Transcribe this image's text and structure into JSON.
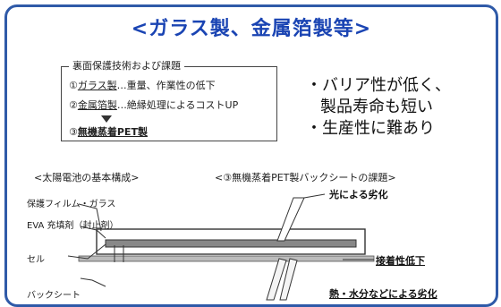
{
  "title": "<ガラス製、金属箔製等>",
  "top_box": {
    "title": "裏面保護技術および課題",
    "items": [
      {
        "num": "①",
        "name": "ガラス製",
        "desc": "…重量、作業性の低下"
      },
      {
        "num": "②",
        "name": "金属箔製",
        "desc": "…絶縁処理によるコストUP"
      },
      {
        "num": "③",
        "name": "無機蒸着PET製",
        "desc": ""
      }
    ]
  },
  "bullets": [
    "・バリア性が低く、",
    "製品寿命も短い",
    "・生産性に難あり"
  ],
  "left_section": {
    "heading": "<太陽電池の基本構成>",
    "labels": [
      "保護フィルム・ガラス",
      "EVA 充填剤（封止剤）",
      "セル",
      "バックシート"
    ]
  },
  "right_section": {
    "heading": "<③無機蒸着PET製バックシートの課題>",
    "labels": [
      "光による劣化",
      "接着性低下",
      "熱・水分などによる劣化"
    ]
  },
  "colors": {
    "frame": "#2f5aa8",
    "title": "#1a44b3"
  }
}
